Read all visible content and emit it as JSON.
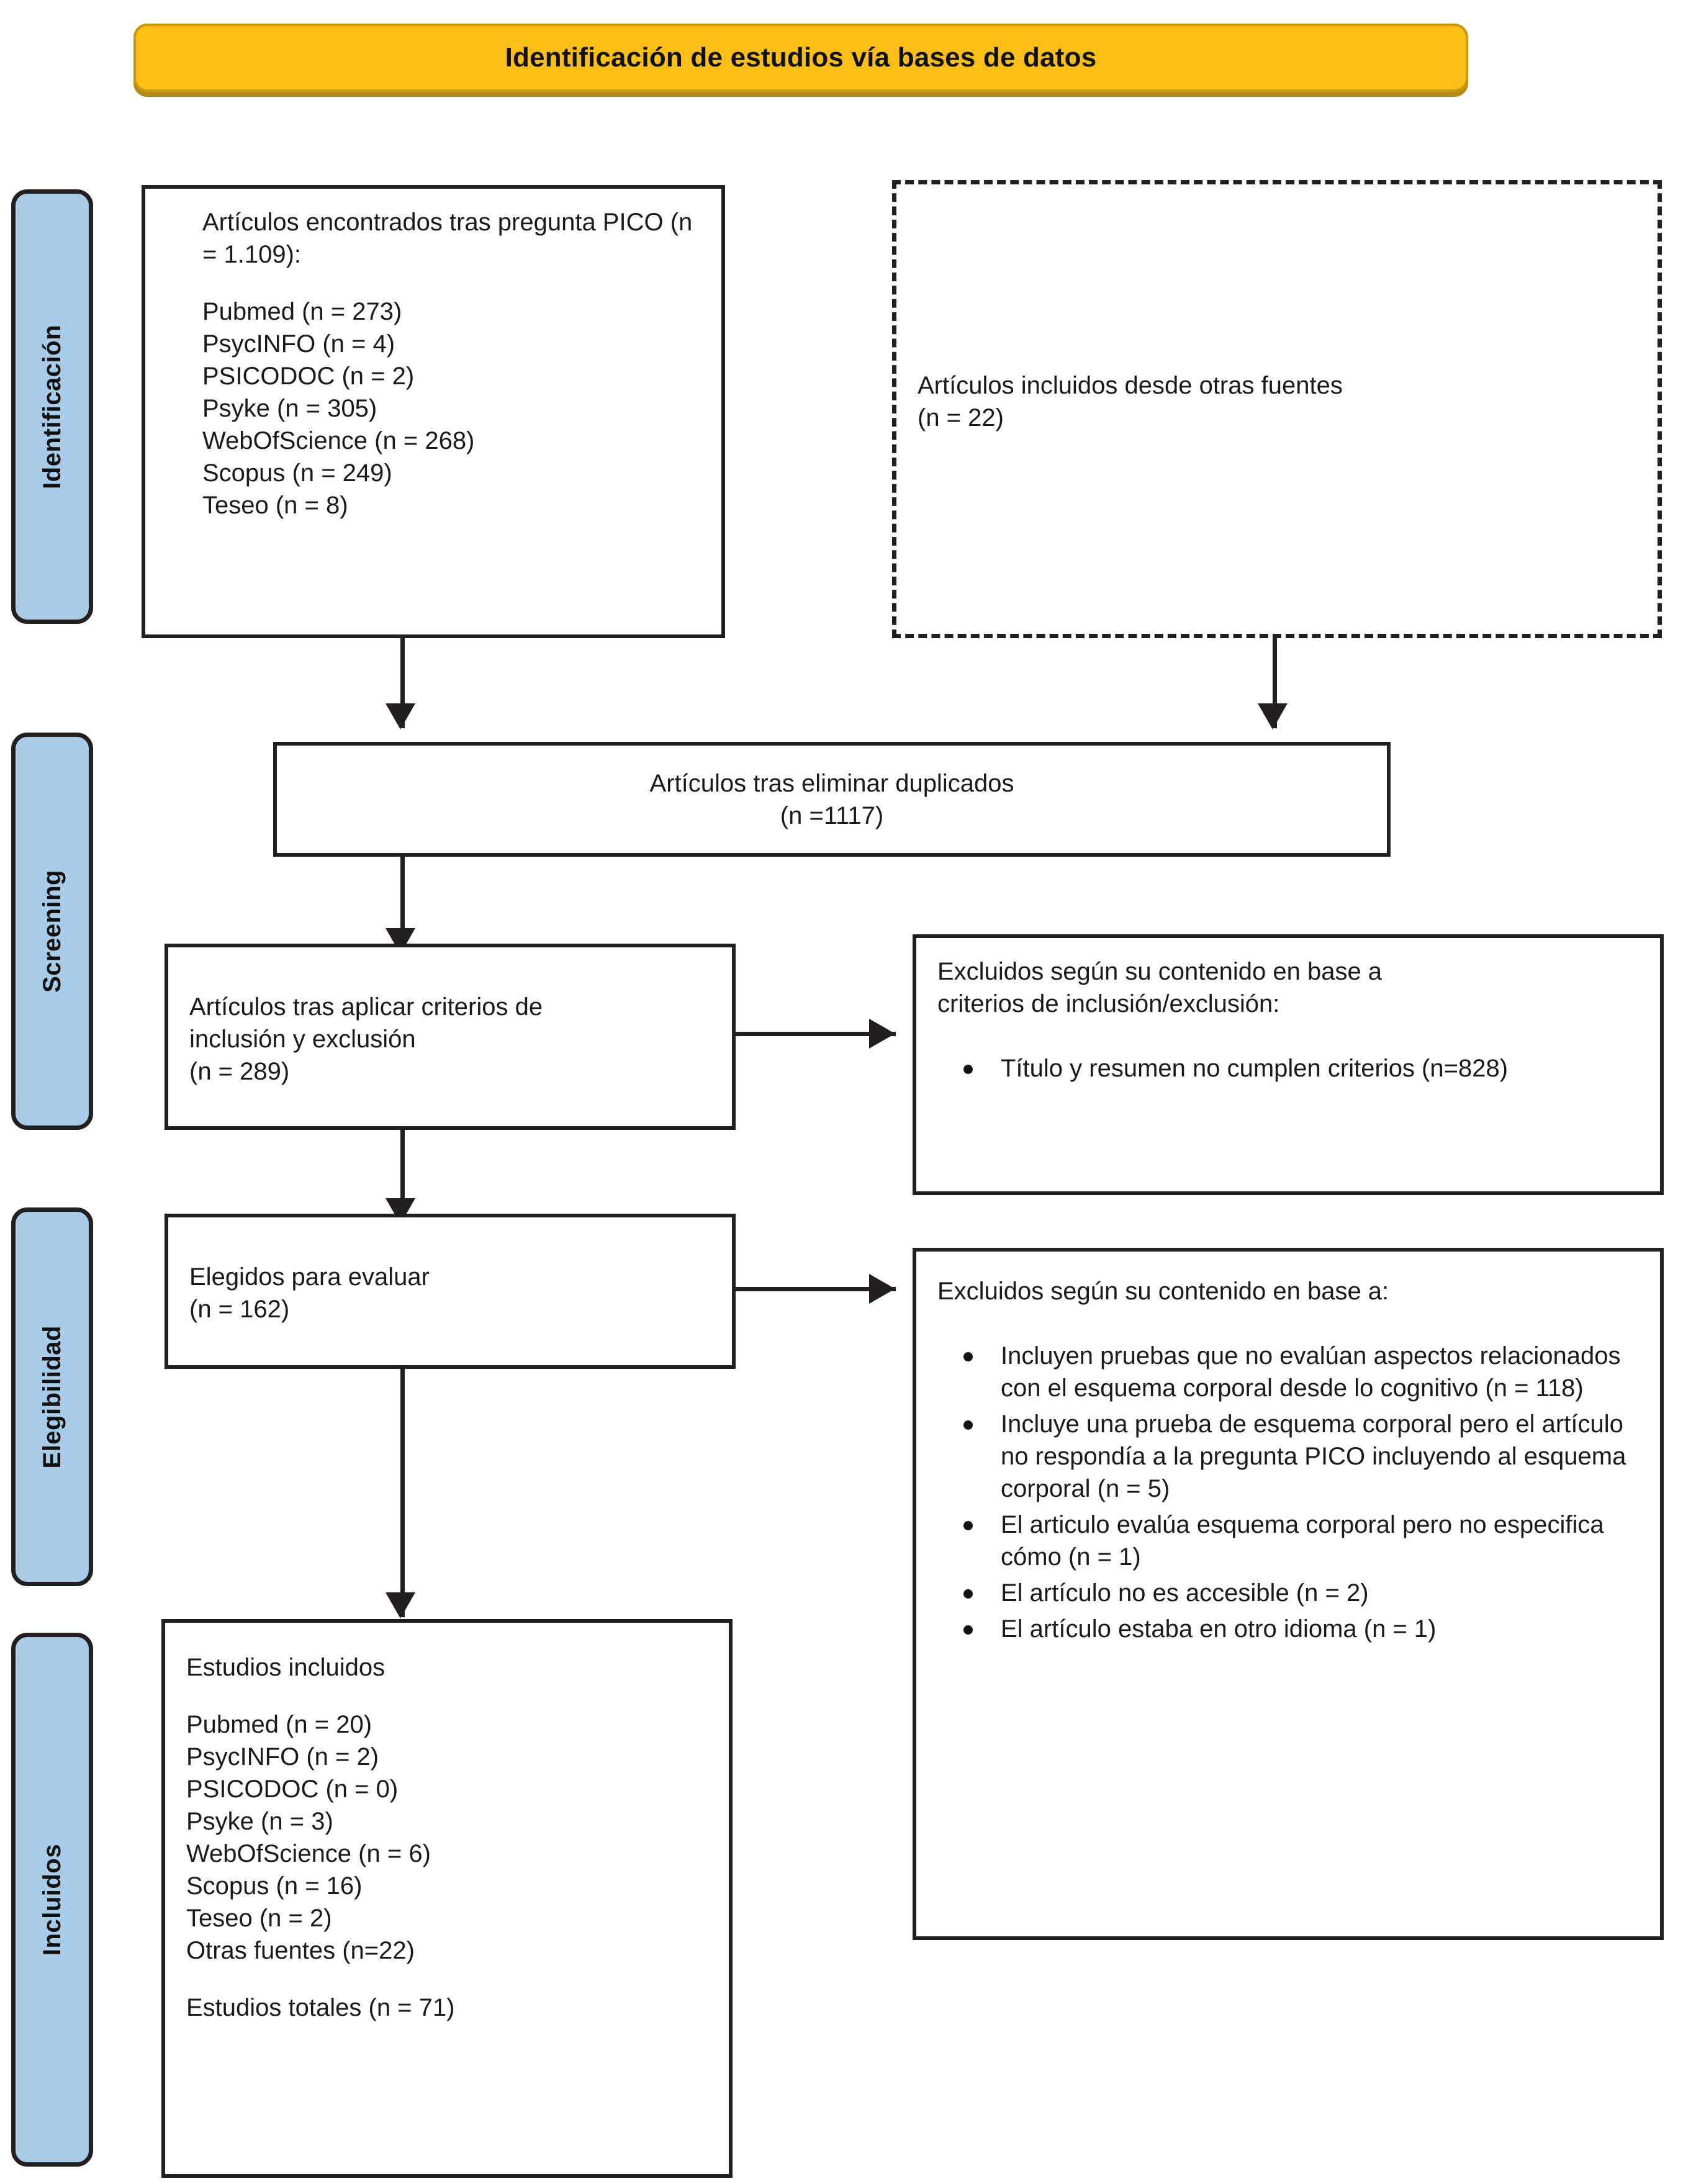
{
  "banner": {
    "title": "Identificación de estudios vía bases de datos"
  },
  "stages": [
    {
      "id": "identificacion",
      "label": "Identificación"
    },
    {
      "id": "screening",
      "label": "Screening"
    },
    {
      "id": "elegibilidad",
      "label": "Elegibilidad"
    },
    {
      "id": "incluidos",
      "label": "Incluidos"
    }
  ],
  "boxes": {
    "records_found": {
      "heading": "Artículos encontrados tras pregunta PICO (n = 1.109):",
      "sources": [
        "Pubmed (n = 273)",
        "PsycINFO (n = 4)",
        "PSICODOC (n = 2)",
        "Psyke (n = 305)",
        "WebOfScience (n = 268)",
        "Scopus (n = 249)",
        "Teseo (n = 8)"
      ]
    },
    "other_sources": {
      "line1": "Artículos incluidos desde otras fuentes",
      "line2": "(n = 22)"
    },
    "duplicates_removed": {
      "line1": "Artículos tras eliminar duplicados",
      "line2": "(n =1117)"
    },
    "after_criteria": {
      "line1": "Artículos tras aplicar criterios de",
      "line2": "inclusión y exclusión",
      "line3": "(n = 289)"
    },
    "excluded_screening": {
      "line1": "Excluidos según su contenido en base a",
      "line2": "criterios de inclusión/exclusión:",
      "bullets": [
        "Título y resumen no cumplen criterios (n=828)"
      ]
    },
    "eligible": {
      "line1": "Elegidos para evaluar",
      "line2": "(n = 162)"
    },
    "excluded_eligibility": {
      "line1": "Excluidos según su contenido en base a:",
      "bullets": [
        "Incluyen pruebas que no evalúan aspectos relacionados con el esquema corporal desde lo cognitivo (n = 118)",
        "Incluye una prueba de esquema corporal pero el artículo no respondía a la pregunta PICO incluyendo al esquema corporal (n = 5)",
        "El articulo evalúa esquema corporal pero no especifica cómo (n = 1)",
        "El artículo no es accesible (n = 2)",
        "El artículo estaba en otro idioma (n = 1)"
      ]
    },
    "included_studies": {
      "heading": "Estudios incluidos",
      "sources": [
        "Pubmed (n = 20)",
        "PsycINFO (n = 2)",
        "PSICODOC (n = 0)",
        "Psyke (n = 3)",
        "WebOfScience (n = 6)",
        "Scopus (n = 16)",
        "Teseo (n = 2)",
        "Otras fuentes (n=22)"
      ],
      "total": "Estudios totales (n = 71)"
    }
  },
  "chart_data": {
    "type": "table",
    "title": "Identificación de estudios vía bases de datos",
    "flow": [
      {
        "stage": "Identificación",
        "node": "Artículos encontrados tras pregunta PICO",
        "n": 1109
      },
      {
        "stage": "Identificación",
        "node": "Pubmed",
        "n": 273
      },
      {
        "stage": "Identificación",
        "node": "PsycINFO",
        "n": 4
      },
      {
        "stage": "Identificación",
        "node": "PSICODOC",
        "n": 2
      },
      {
        "stage": "Identificación",
        "node": "Psyke",
        "n": 305
      },
      {
        "stage": "Identificación",
        "node": "WebOfScience",
        "n": 268
      },
      {
        "stage": "Identificación",
        "node": "Scopus",
        "n": 249
      },
      {
        "stage": "Identificación",
        "node": "Teseo",
        "n": 8
      },
      {
        "stage": "Identificación",
        "node": "Artículos incluidos desde otras fuentes",
        "n": 22
      },
      {
        "stage": "Screening",
        "node": "Artículos tras eliminar duplicados",
        "n": 1117
      },
      {
        "stage": "Screening",
        "node": "Artículos tras aplicar criterios de inclusión y exclusión",
        "n": 289
      },
      {
        "stage": "Screening",
        "node": "Título y resumen no cumplen criterios (excluidos)",
        "n": 828
      },
      {
        "stage": "Elegibilidad",
        "node": "Elegidos para evaluar",
        "n": 162
      },
      {
        "stage": "Elegibilidad",
        "node": "Incluyen pruebas que no evalúan aspectos relacionados con el esquema corporal desde lo cognitivo",
        "n": 118
      },
      {
        "stage": "Elegibilidad",
        "node": "Incluye una prueba de esquema corporal pero el artículo no respondía a la pregunta PICO incluyendo al esquema corporal",
        "n": 5
      },
      {
        "stage": "Elegibilidad",
        "node": "El articulo evalúa esquema corporal pero no especifica cómo",
        "n": 1
      },
      {
        "stage": "Elegibilidad",
        "node": "El artículo no es accesible",
        "n": 2
      },
      {
        "stage": "Elegibilidad",
        "node": "El artículo estaba en otro idioma",
        "n": 1
      },
      {
        "stage": "Incluidos",
        "node": "Pubmed",
        "n": 20
      },
      {
        "stage": "Incluidos",
        "node": "PsycINFO",
        "n": 2
      },
      {
        "stage": "Incluidos",
        "node": "PSICODOC",
        "n": 0
      },
      {
        "stage": "Incluidos",
        "node": "Psyke",
        "n": 3
      },
      {
        "stage": "Incluidos",
        "node": "WebOfScience",
        "n": 6
      },
      {
        "stage": "Incluidos",
        "node": "Scopus",
        "n": 16
      },
      {
        "stage": "Incluidos",
        "node": "Teseo",
        "n": 2
      },
      {
        "stage": "Incluidos",
        "node": "Otras fuentes",
        "n": 22
      },
      {
        "stage": "Incluidos",
        "node": "Estudios totales",
        "n": 71
      }
    ]
  },
  "colors": {
    "banner": "#FBBF15",
    "stage_rail": "#A8CBE8",
    "stroke": "#231F20"
  }
}
